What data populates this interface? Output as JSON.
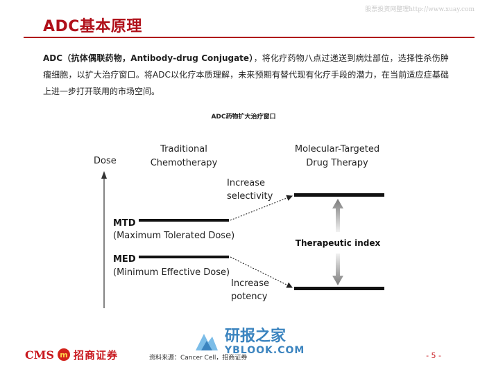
{
  "header": {
    "watermark": "股票投资网整理http://www.xuay.com",
    "title": "ADC基本原理"
  },
  "intro": {
    "term": "ADC（抗体偶联药物，Antibody-drug Conjugate）",
    "text": "，将化疗药物八点过递送到病灶部位，选择性杀伤肿瘤细胞，以扩大治疗窗口。将ADC以化疗本质理解，未来预期有替代现有化疗手段的潜力，在当前适应症基础上进一步打开联用的市场空间。"
  },
  "figure": {
    "title": "ADC药物扩大治疗窗口",
    "dose_label": "Dose",
    "traditional_line1": "Traditional",
    "traditional_line2": "Chemotherapy",
    "targeted_line1": "Molecular-Targeted",
    "targeted_line2": "Drug Therapy",
    "mtd_label": "MTD",
    "mtd_desc": "(Maximum Tolerated Dose)",
    "med_label": "MED",
    "med_desc": "(Minimum Effective Dose)",
    "increase_selectivity_1": "Increase",
    "increase_selectivity_2": "selectivity",
    "increase_potency_1": "Increase",
    "increase_potency_2": "potency",
    "therapeutic_index": "Therapeutic index"
  },
  "footer": {
    "logo_cms": "CMS",
    "logo_symbol": "m",
    "logo_brand": "招商证券",
    "source": "资料来源：Cancer Cell，招商证券",
    "page": "- 5 -",
    "overlay_brand_cn": "研报之家",
    "overlay_brand_url": "YBLOOK.COM"
  },
  "colors": {
    "accent": "#b0101a",
    "arrow_gray": "#8a8a8a",
    "overlay_blue": "#1a6fb5"
  }
}
